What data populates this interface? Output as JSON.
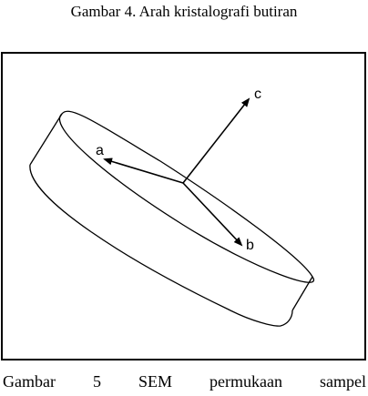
{
  "figure4": {
    "caption": "Gambar 4. Arah kristalografi butiran",
    "axes": {
      "a": "a",
      "b": "b",
      "c": "c"
    }
  },
  "figure5": {
    "caption_words": [
      "Gambar",
      "5",
      "SEM",
      "permukaan",
      "sampel"
    ]
  },
  "colors": {
    "ink": "#000000",
    "background": "#ffffff"
  }
}
